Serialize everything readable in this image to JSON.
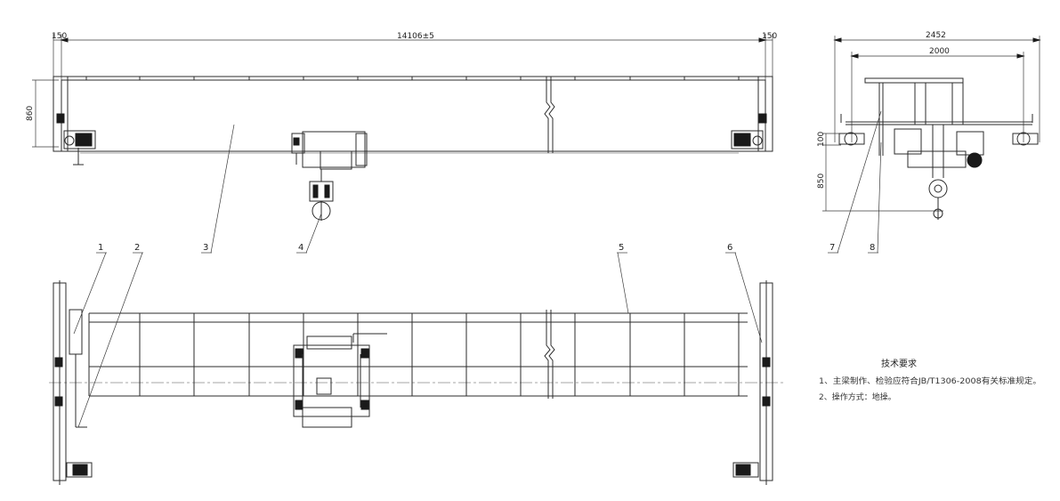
{
  "dimensions": {
    "span": "14106±5",
    "left_offset": "150",
    "right_offset": "150",
    "girder_height": "860",
    "side_width": "2452",
    "rail_gauge": "2000",
    "offset_100": "100",
    "lift_850": "850"
  },
  "part_labels": [
    "1",
    "2",
    "3",
    "4",
    "5",
    "6",
    "7",
    "8"
  ],
  "notes": {
    "title": "技术要求",
    "line1": "1、主梁制作、检验应符合JB/T1306-2008有关标准规定。",
    "line2": "2、操作方式：地操。"
  }
}
